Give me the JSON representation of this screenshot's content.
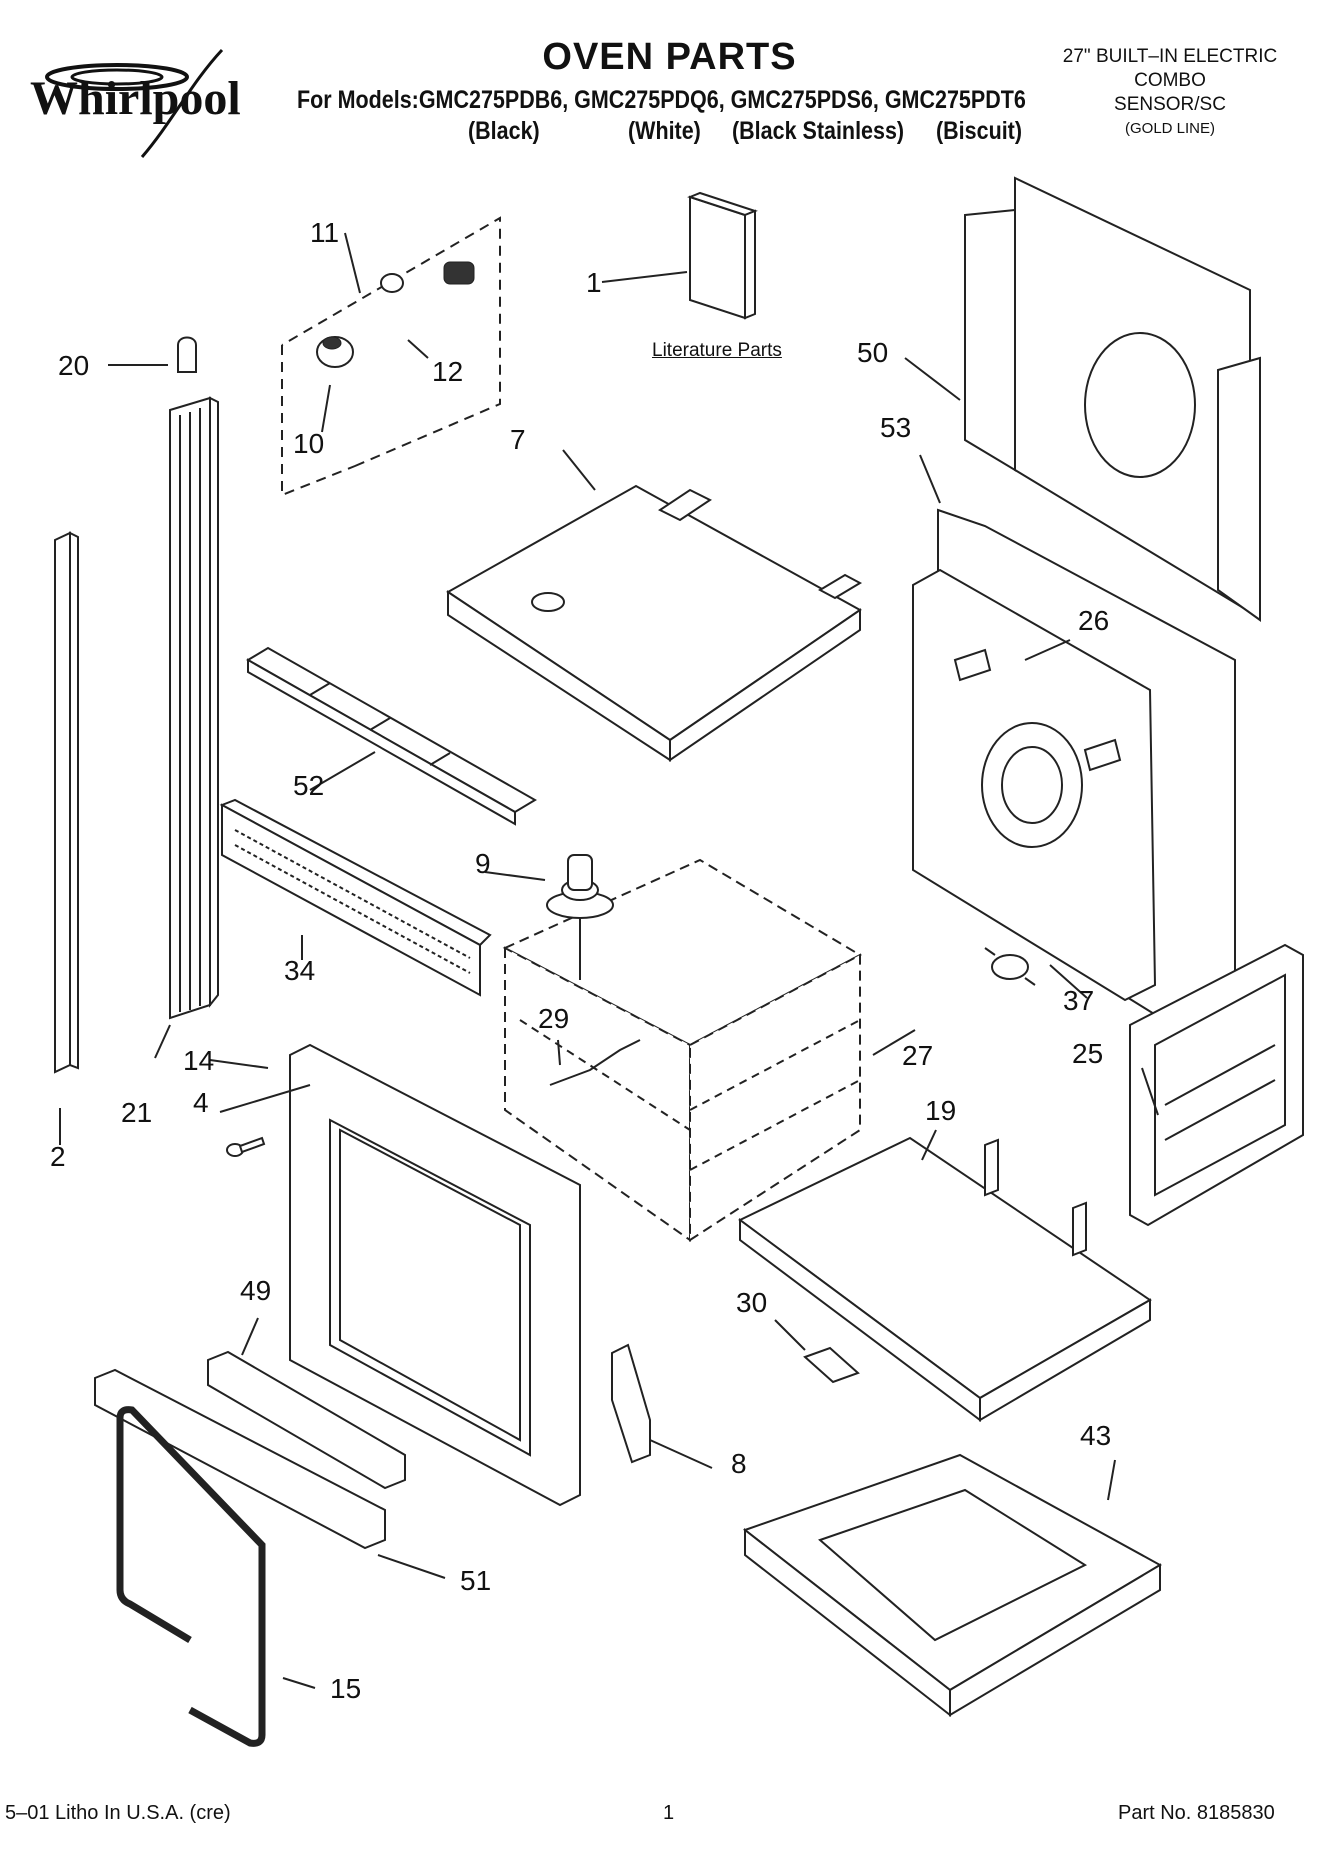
{
  "brand": "Whirlpool",
  "title": "OVEN PARTS",
  "models_line": "For Models:GMC275PDB6, GMC275PDQ6, GMC275PDS6, GMC275PDT6",
  "model_colors": [
    "(Black)",
    "(White)",
    "(Black Stainless)",
    "(Biscuit)"
  ],
  "product": {
    "line1": "27\" BUILT–IN ELECTRIC",
    "line2": "COMBO",
    "line3": "SENSOR/SC",
    "line4": "(GOLD LINE)"
  },
  "literature_label": "Literature Parts",
  "part_numbers": [
    "1",
    "2",
    "4",
    "7",
    "8",
    "9",
    "10",
    "11",
    "12",
    "14",
    "15",
    "19",
    "20",
    "21",
    "25",
    "26",
    "27",
    "29",
    "30",
    "34",
    "37",
    "43",
    "49",
    "50",
    "51",
    "52",
    "53"
  ],
  "footer": {
    "litho": "5–01 Litho In U.S.A. (cre)",
    "page": "1",
    "part_no": "Part No. 8185830"
  },
  "colors": {
    "line": "#222222",
    "background": "#ffffff"
  }
}
